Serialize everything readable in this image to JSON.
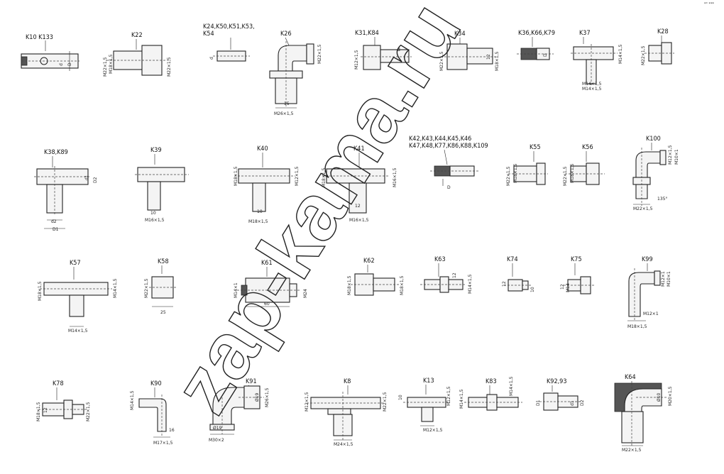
{
  "watermark": "zap-kama.ru",
  "corner_note": "*° ***",
  "parts": {
    "k10": {
      "label": "K10  K133",
      "dims": [
        "D",
        "d"
      ]
    },
    "k22": {
      "label": "K22",
      "dims": [
        "M22×1,5",
        "M18×1,5",
        "M22×1,5"
      ]
    },
    "k24": {
      "label": "K24,K50,K51,K53,",
      "label2": "K54",
      "dims": [
        "d"
      ]
    },
    "k26": {
      "label": "K26",
      "dims": [
        "M22×1,5",
        "15",
        "M26×1,5"
      ]
    },
    "k31": {
      "label": "K31,K84",
      "dims": [
        "M12×1,5",
        "d"
      ]
    },
    "k34": {
      "label": "K34",
      "dims": [
        "M22×1,5",
        "M18×1,5",
        "12"
      ]
    },
    "k36": {
      "label": "K36,K66,K79",
      "dims": [
        "D"
      ]
    },
    "k37": {
      "label": "K37",
      "dims": [
        "M14×1,5",
        "M14×1,5",
        "M14×1,5"
      ]
    },
    "k28": {
      "label": "K28",
      "dims": [
        "M22×1,5"
      ]
    },
    "k38": {
      "label": "K38,K89",
      "dims": [
        "D2",
        "d1",
        "d2",
        "D1"
      ]
    },
    "k39": {
      "label": "K39",
      "dims": [
        "M16×1,5",
        "10"
      ]
    },
    "k40": {
      "label": "K40",
      "dims": [
        "M18×1,5",
        "M12×1,5",
        "M18×1,5",
        "10"
      ]
    },
    "k41": {
      "label": "K41",
      "dims": [
        "M18×1,5",
        "M16×1,5",
        "M16×1,5",
        "12"
      ]
    },
    "k42": {
      "label": "K42,K43,K44,K45,K46",
      "label2": "K47,K48,K77,K86,K88,K109",
      "dims": [
        "D"
      ]
    },
    "k55": {
      "label": "K55",
      "dims": [
        "M22×1,5",
        "M18×1,5"
      ]
    },
    "k56": {
      "label": "K56",
      "dims": [
        "M22×1,5",
        "M18×1,5"
      ]
    },
    "k100": {
      "label": "K100",
      "dims": [
        "M12×1,5",
        "M10×1",
        "M22×1,5",
        "135°"
      ]
    },
    "k57": {
      "label": "K57",
      "dims": [
        "M18×1,5",
        "M14×1,5",
        "M14×1,5"
      ]
    },
    "k58": {
      "label": "K58",
      "dims": [
        "M22×1,5",
        "25"
      ]
    },
    "k61": {
      "label": "K61",
      "dims": [
        "M14×1",
        "M24",
        "60"
      ]
    },
    "k62": {
      "label": "K62",
      "dims": [
        "M18×1,5",
        "M18×1,5"
      ]
    },
    "k63": {
      "label": "K63",
      "dims": [
        "M14×1,5",
        "12"
      ]
    },
    "k74": {
      "label": "K74",
      "dims": [
        "12",
        "10"
      ]
    },
    "k75": {
      "label": "K75",
      "dims": [
        "12",
        "M14"
      ]
    },
    "k99": {
      "label": "K99",
      "dims": [
        "M12×1",
        "M18×1,5",
        "M10×1"
      ]
    },
    "k78": {
      "label": "K78",
      "dims": [
        "M18×1,5",
        "M22×1,5",
        "12"
      ]
    },
    "k90": {
      "label": "K90",
      "dims": [
        "M14×1,5",
        "M17×1,5",
        "16"
      ]
    },
    "k91": {
      "label": "K91",
      "dims": [
        "Ø19",
        "M26×1,5",
        "Ø19",
        "M30×2"
      ]
    },
    "k8": {
      "label": "K8",
      "dims": [
        "M12×1,5",
        "M22×1,5",
        "M24×1,5"
      ]
    },
    "k13": {
      "label": "K13",
      "dims": [
        "M12×1,5",
        "M12×1,5",
        "10"
      ]
    },
    "k83": {
      "label": "K83",
      "dims": [
        "M14×1,5",
        "M14×1,5"
      ]
    },
    "k92": {
      "label": "K92,93",
      "dims": [
        "D1",
        "d1",
        "D2"
      ]
    },
    "k64": {
      "label": "K64",
      "dims": [
        "M20×1,5",
        "M22×1,5",
        "Ø10"
      ]
    }
  }
}
